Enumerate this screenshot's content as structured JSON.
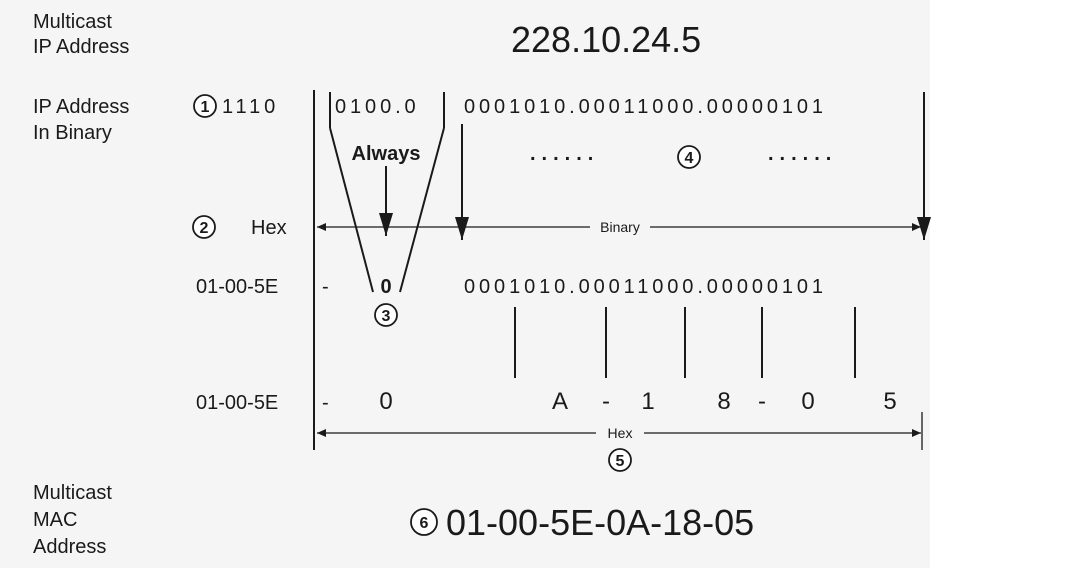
{
  "left_labels": {
    "multicast_ip": [
      "Multicast",
      "IP Address"
    ],
    "ip_binary": [
      "IP Address",
      "In Binary"
    ],
    "hex": "Hex",
    "prefix_row1": "01-00-5E",
    "prefix_row2": "01-00-5E",
    "multicast_mac": [
      "Multicast",
      "MAC",
      "Address"
    ]
  },
  "ip_address": "228.10.24.5",
  "binary": {
    "first_nibble": "1110",
    "middle": "0100.0",
    "rest": "0001010.00011000.00000101"
  },
  "annotations": {
    "always": "Always",
    "dots_left": "......",
    "dots_right": "......",
    "binary_label": "Binary",
    "hex_label": "Hex"
  },
  "mapped_row": {
    "dash": "-",
    "zero_bit": "0",
    "bits": "0001010.00011000.00000101"
  },
  "hex_row": {
    "dash": "-",
    "digits": [
      "0",
      "A",
      "-",
      "1",
      "8",
      "-",
      "0",
      "5"
    ]
  },
  "callouts": [
    "1",
    "2",
    "3",
    "4",
    "5",
    "6"
  ],
  "mac_address": "01-00-5E-0A-18-05"
}
